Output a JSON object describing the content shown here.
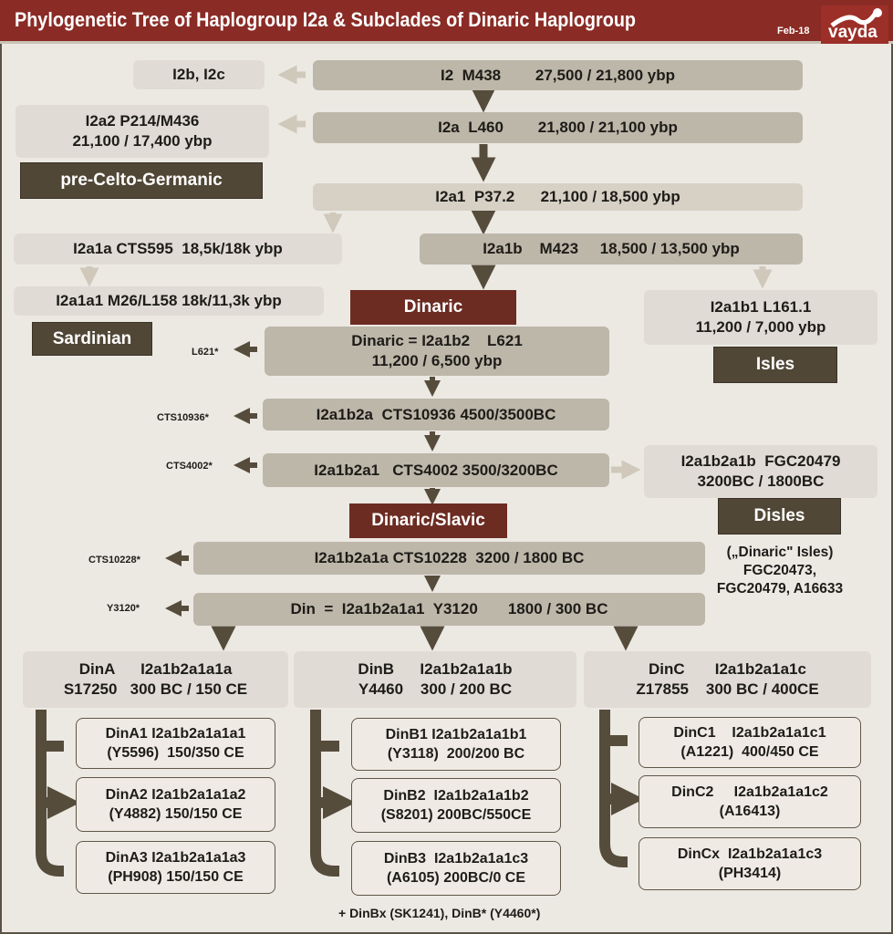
{
  "header": {
    "title": "Phylogenetic Tree of Haplogroup I2a  &  Subclades of Dinaric Haplogroup",
    "date": "Feb-18",
    "logo": "vayda"
  },
  "nodes": {
    "i2b_i2c": "I2b, I2c",
    "i2": "I2  M438        27,500 / 21,800 ybp",
    "i2a2": "I2a2 P214/M436\n21,100 / 17,400 ybp",
    "i2a": "I2a  L460        21,800 / 21,100 ybp",
    "i2a1": "I2a1  P37.2      21,100 / 18,500 ybp",
    "i2a1a": "I2a1a CTS595  18,5k/18k ybp",
    "i2a1b": "I2a1b    M423     18,500 / 13,500 ybp",
    "i2a1a1": "I2a1a1 M26/L158 18k/11,3k ybp",
    "i2a1b1": "I2a1b1 L161.1\n11,200 / 7,000 ybp",
    "i2a1b2": "Dinaric = I2a1b2    L621\n11,200 / 6,500 ybp",
    "i2a1b2a": "I2a1b2a  CTS10936 4500/3500BC",
    "i2a1b2a1": "I2a1b2a1   CTS4002 3500/3200BC",
    "i2a1b2a1b": "I2a1b2a1b  FGC20479\n3200BC / 1800BC",
    "i2a1b2a1a": "I2a1b2a1a CTS10228  3200 / 1800 BC",
    "din": "Din  =  I2a1b2a1a1  Y3120       1800 / 300 BC",
    "dina": "DinA      I2a1b2a1a1a\nS17250   300 BC / 150 CE",
    "dinb": "DinB      I2a1b2a1a1b\nY4460    300 / 200 BC",
    "dinc": "DinC       I2a1b2a1a1c\nZ17855    300 BC / 400CE"
  },
  "labels": {
    "pre_celto": "pre-Celto-Germanic",
    "sardinian": "Sardinian",
    "dinaric": "Dinaric",
    "isles": "Isles",
    "disles": "Disles",
    "dinaric_slavic": "Dinaric/Slavic"
  },
  "side": {
    "l621": "L621*",
    "cts10936": "CTS10936*",
    "cts4002": "CTS4002*",
    "cts10228": "CTS10228*",
    "y3120": "Y3120*"
  },
  "disles_note": "(„Dinaric\" Isles)\nFGC20473,\nFGC20479, A16633",
  "leaves": {
    "a1": "DinA1 I2a1b2a1a1a1\n(Y5596)  150/350 CE",
    "a2": "DinA2 I2a1b2a1a1a2\n(Y4882) 150/150 CE",
    "a3": "DinA3 I2a1b2a1a1a3\n(PH908) 150/150 CE",
    "b1": "DinB1 I2a1b2a1a1b1\n(Y3118)  200/200 BC",
    "b2": "DinB2  I2a1b2a1a1b2\n(S8201) 200BC/550CE",
    "b3": "DinB3  I2a1b2a1a1c3\n(A6105) 200BC/0 CE",
    "c1": "DinC1    I2a1b2a1a1c1\n(A1221)  400/450 CE",
    "c2": "DinC2     I2a1b2a1a1c2\n(A16413)",
    "c3": "DinCx  I2a1b2a1a1c3\n(PH3414)"
  },
  "footnote": "+ DinBx (SK1241), DinB* (Y4460*)",
  "colors": {
    "header": "#8a2b25",
    "dark_box": "#bdb7aa",
    "light_box": "#e0dcd5",
    "label": "#514736",
    "dinaric": "#6c2c22",
    "arrow": "#564c3c",
    "arrow_light": "#cfc8bb"
  }
}
